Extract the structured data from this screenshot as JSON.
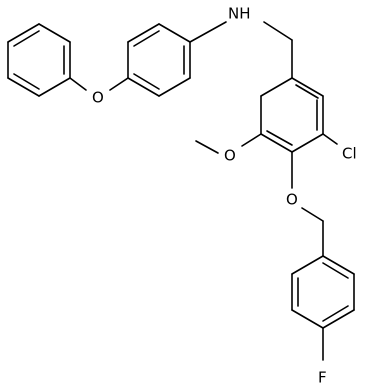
{
  "structure": {
    "bond_color": "#000000",
    "background": "#ffffff",
    "atom_labels": {
      "amine": "NH",
      "methoxy_o": "O",
      "ether_o": "O",
      "phenoxy_o": "O",
      "chlorine": "Cl",
      "fluorine": "F"
    }
  }
}
